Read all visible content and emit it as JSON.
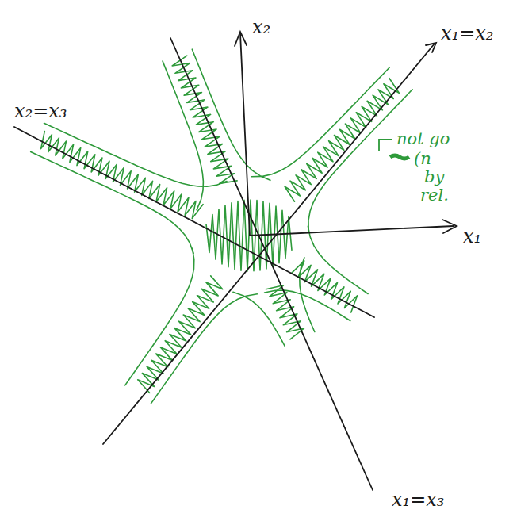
{
  "diagram": {
    "labels": [
      "x₂",
      "x₁=x₂",
      "x₂=x₃",
      "x₁",
      "x₁=x₃",
      "not go",
      "(n",
      "by",
      "rel."
    ]
  }
}
